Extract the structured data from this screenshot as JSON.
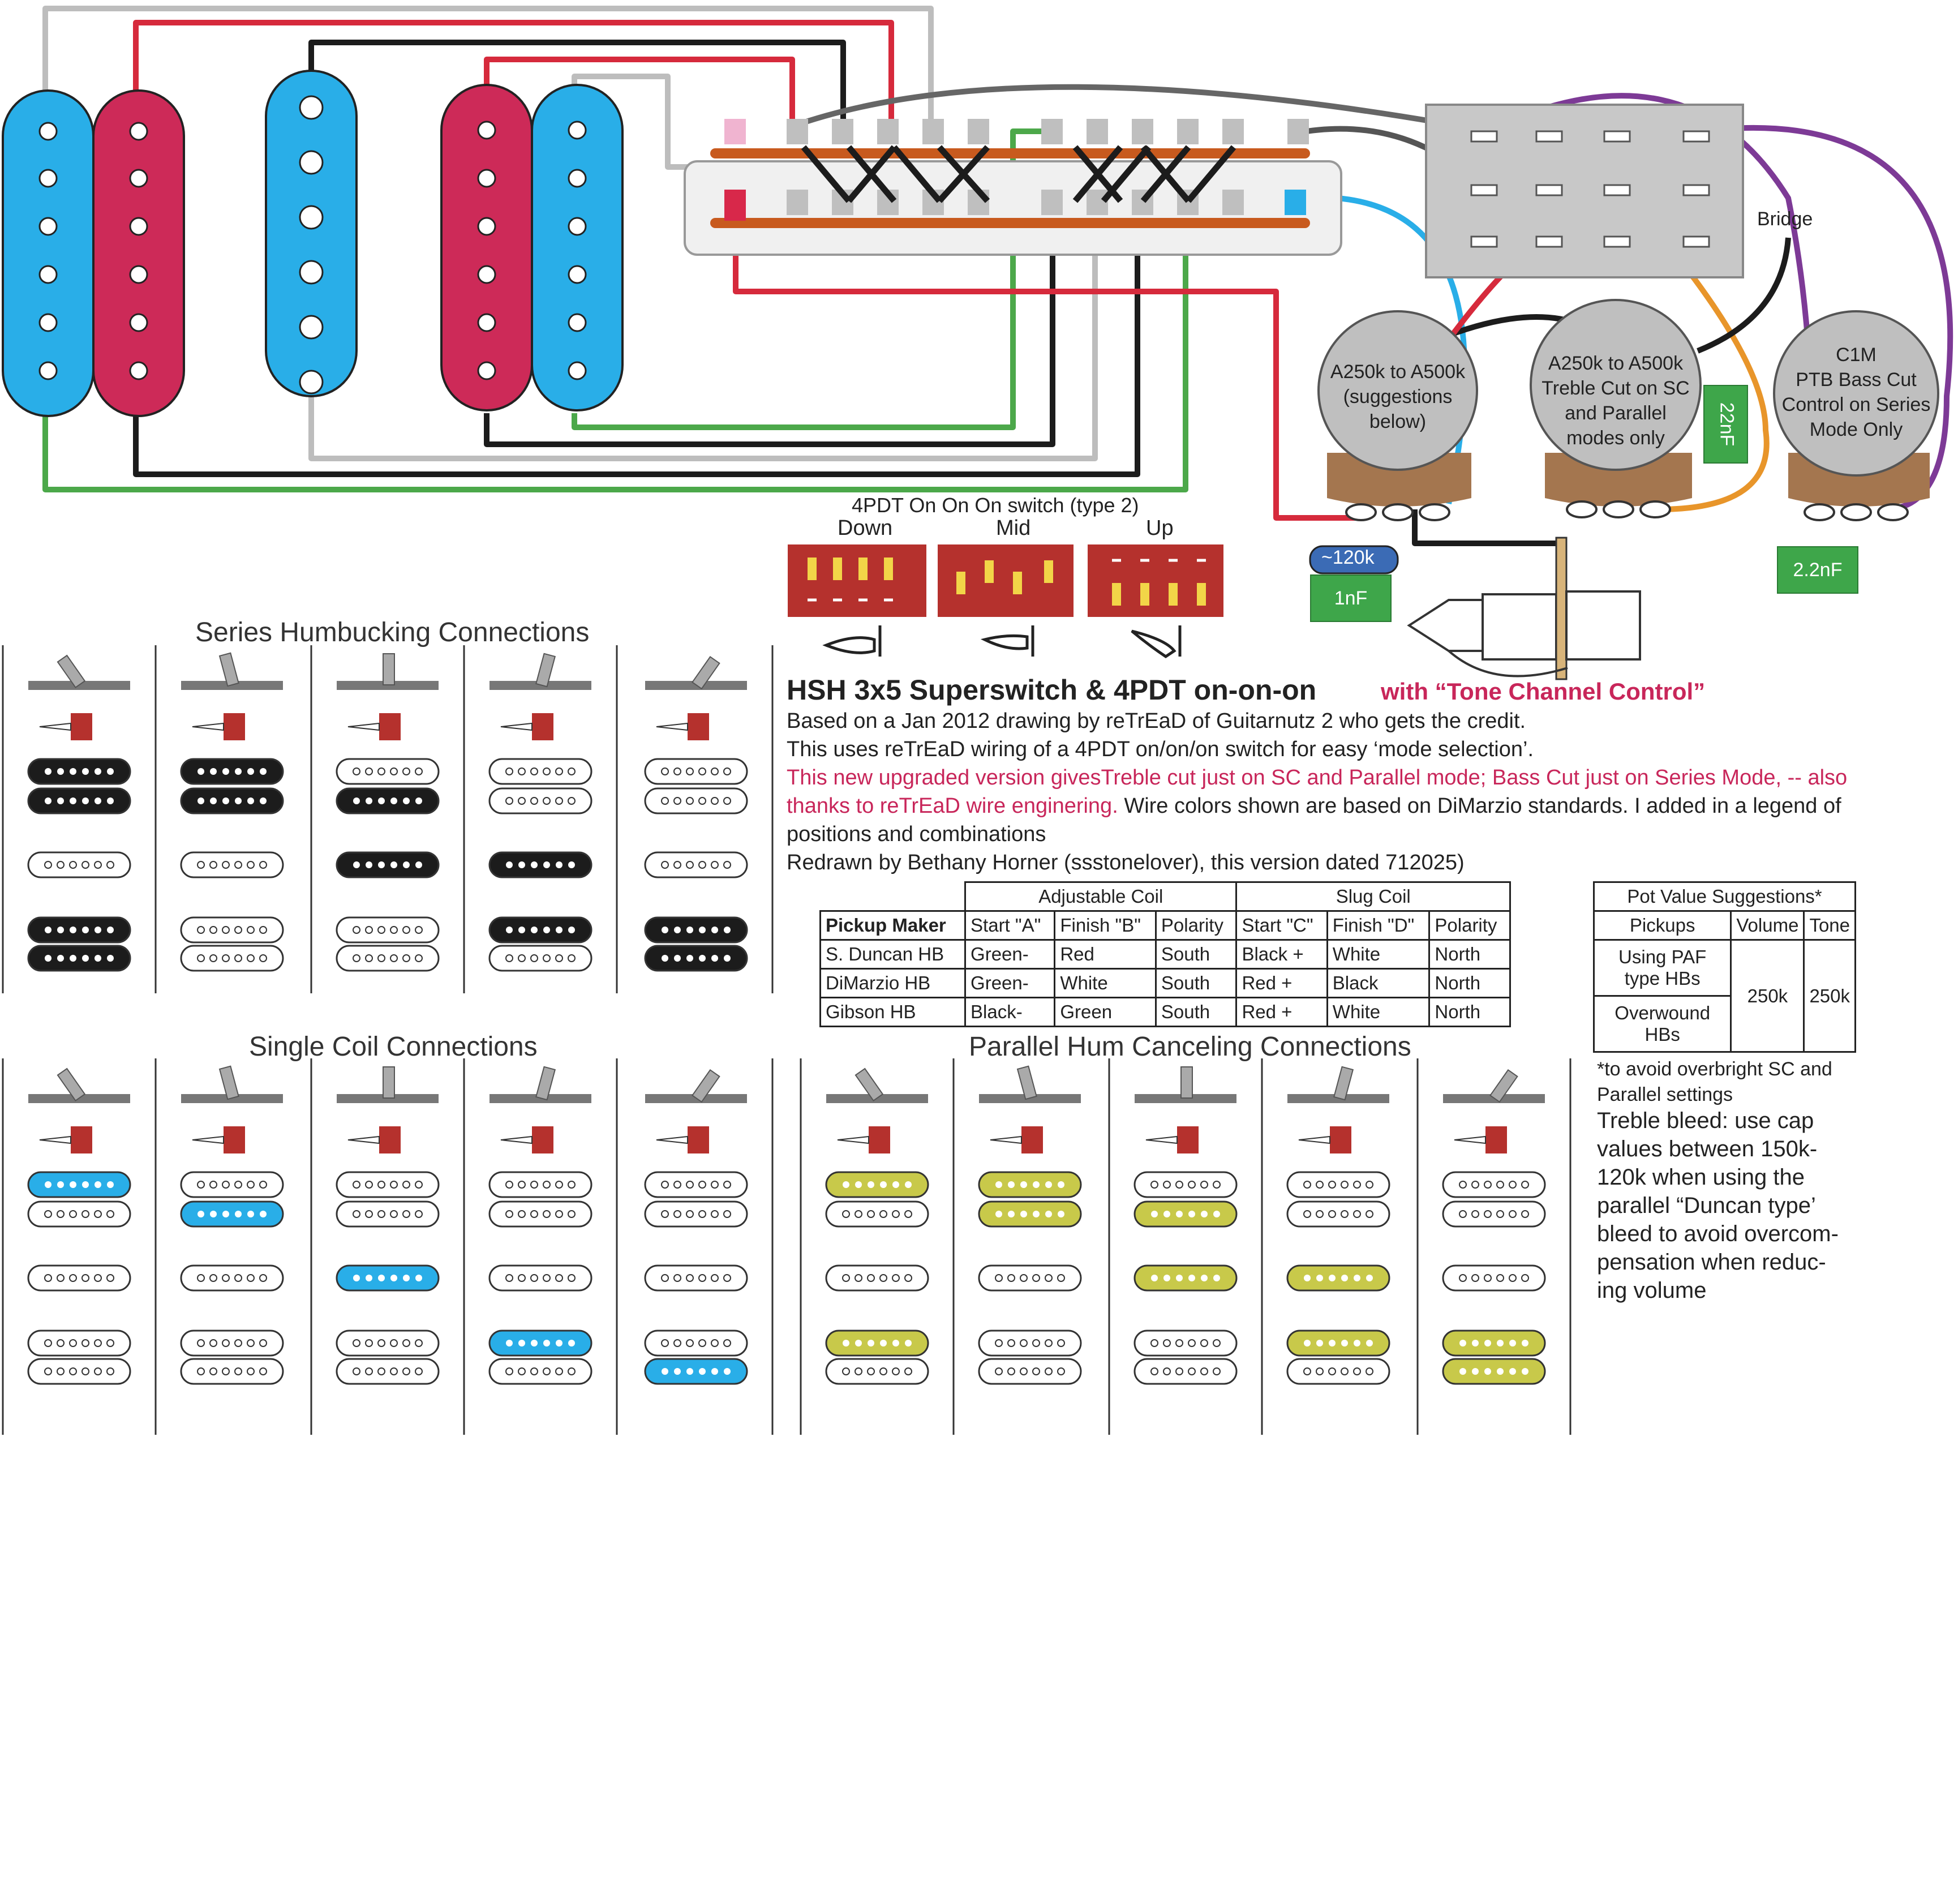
{
  "colors": {
    "blue_coil": "#29aee8",
    "red_coil": "#cd2a58",
    "wire_red": "#d62a3c",
    "wire_black": "#1c1c1c",
    "wire_grey": "#bdbdbd",
    "wire_green": "#4ca84a",
    "wire_purple": "#7d3a96",
    "wire_orange": "#e8952a",
    "wire_darkgrey": "#555555",
    "switch_red": "#b5312d",
    "olive": "#c8c94a",
    "pot_grey": "#bfbfbf",
    "tan": "#a4764f"
  },
  "switch_diagram": {
    "title": "4PDT On On On switch (type 2)",
    "positions": [
      "Down",
      "Mid",
      "Up"
    ]
  },
  "bridge_label": "Bridge",
  "pots": [
    {
      "lines": [
        "A250k to A500k",
        "(suggestions",
        "below)"
      ]
    },
    {
      "lines": [
        "A250k to A500k",
        "Treble Cut on SC",
        "and Parallel",
        "modes only"
      ]
    },
    {
      "lines": [
        "C1M",
        "PTB Bass Cut",
        "Control on Series",
        "Mode Only"
      ]
    }
  ],
  "caps": {
    "c22": "22nF",
    "c1n": "1nF",
    "c22b": "2.2nF",
    "res": "~120k"
  },
  "sections": {
    "series": "Series Humbucking Connections",
    "single": "Single Coil Connections",
    "parallel": "Parallel Hum Canceling Connections"
  },
  "heading": {
    "title": "HSH 3x5  Superswitch & 4PDT on-on-on",
    "subtitle": "with “Tone Channel Control”",
    "lines": [
      "Based on a Jan 2012 drawing by reTrEaD of Guitarnutz 2 who gets the credit.",
      "This uses reTrEaD wiring of a 4PDT on/on/on switch for easy ‘mode selection’."
    ],
    "red_1": "This new upgraded version givesTreble cut just on SC and Parallel mode; Bass Cut just on Series Mode, -- also",
    "red_2": "thanks to reTrEaD wire enginering.",
    "black_2": " Wire colors shown are based on DiMarzio standards. I added in a legend of",
    "line_5": "positions and combinations",
    "line_6": "Redrawn by Bethany Horner (ssstonelover), this version dated  712025)"
  },
  "wire_table": {
    "group_headers": [
      "Adjustable Coil",
      "Slug Coil"
    ],
    "columns": [
      "Pickup Maker",
      "Start \"A\"",
      "Finish \"B\"",
      "Polarity",
      "Start \"C\"",
      "Finish \"D\"",
      "Polarity"
    ],
    "rows": [
      [
        "S. Duncan HB",
        "Green-",
        "Red",
        "South",
        "Black +",
        "White",
        "North"
      ],
      [
        "DiMarzio HB",
        "Green-",
        "White",
        "South",
        "Red +",
        "Black",
        "North"
      ],
      [
        "Gibson HB",
        "Black-",
        "Green",
        "South",
        "Red +",
        "White",
        "North"
      ]
    ]
  },
  "pot_table": {
    "title": "Pot Value Suggestions*",
    "columns": [
      "Pickups",
      "Volume",
      "Tone"
    ],
    "rows": [
      [
        "Using PAF type HBs",
        "Overwound HBs"
      ]
    ],
    "volume": "250k",
    "tone": "250k",
    "footnote_1": "*to avoid overbright SC and",
    "footnote_2": "Parallel settings"
  },
  "treble_note": [
    "Treble bleed:  use cap",
    "values between 150k-",
    "120k when using the",
    "parallel “Duncan type’",
    "bleed to avoid overcom-",
    "pensation when reduc-",
    "ing volume"
  ],
  "legend": {
    "series": [
      {
        "neck": "blackblack",
        "mid": "white",
        "bridge": "blackblack"
      },
      {
        "neck": "blackblack",
        "mid": "white",
        "bridge": "white"
      },
      {
        "neck": "whiteblack",
        "mid": "black",
        "bridge": "white"
      },
      {
        "neck": "white",
        "mid": "black",
        "bridge": "blackwhite"
      },
      {
        "neck": "white",
        "mid": "white",
        "bridge": "blackblack"
      }
    ],
    "single": [
      {
        "neck": "bluewhite",
        "mid": "white",
        "bridge": "white"
      },
      {
        "neck": "whiteblue",
        "mid": "white",
        "bridge": "white"
      },
      {
        "neck": "white",
        "mid": "blue",
        "bridge": "white"
      },
      {
        "neck": "white",
        "mid": "white",
        "bridge": "bluewhite"
      },
      {
        "neck": "white",
        "mid": "white",
        "bridge": "whiteblue"
      }
    ],
    "parallel": [
      {
        "neck": "olivewhite",
        "mid": "white",
        "bridge": "olivewhite"
      },
      {
        "neck": "oliveolive",
        "mid": "white",
        "bridge": "white"
      },
      {
        "neck": "whiteolive",
        "mid": "olive",
        "bridge": "white"
      },
      {
        "neck": "white",
        "mid": "olive",
        "bridge": "olivewhite"
      },
      {
        "neck": "white",
        "mid": "white",
        "bridge": "oliveolive"
      }
    ]
  }
}
